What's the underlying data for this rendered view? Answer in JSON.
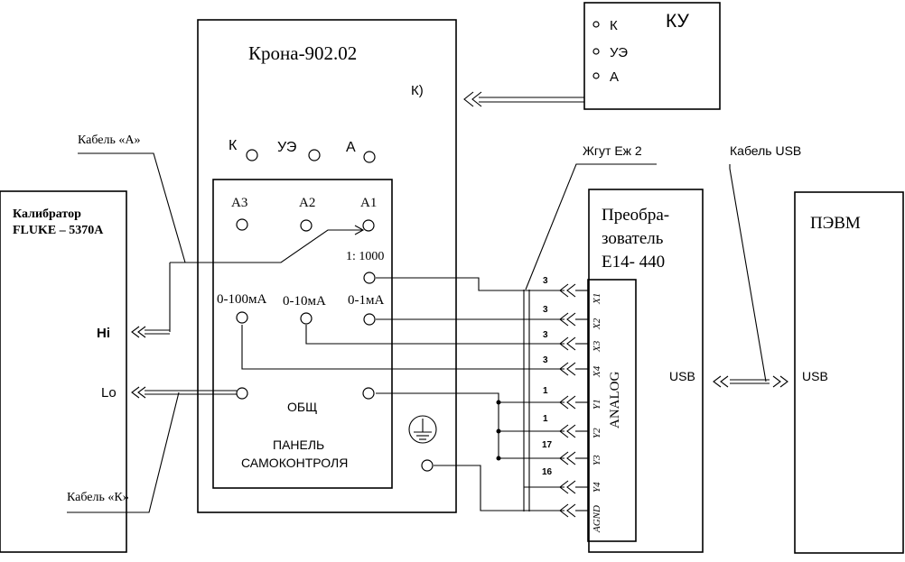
{
  "ku": {
    "title": "КУ",
    "terminals": [
      "К",
      "УЭ",
      "А"
    ]
  },
  "krona": {
    "title": "Крона-902.02",
    "ku_port": "К)",
    "terminals": [
      "К",
      "УЭ",
      "А"
    ]
  },
  "panel": {
    "outputs": [
      "А3",
      "А2",
      "А1"
    ],
    "ratio": "1: 1000",
    "ranges": [
      "0-100мА",
      "0-10мА",
      "0-1мА"
    ],
    "common": "ОБЩ",
    "title_line1": "ПАНЕЛЬ",
    "title_line2": "САМОКОНТРОЛЯ"
  },
  "calibrator": {
    "line1": "Калибратор",
    "line2": "FLUKE – 5370A",
    "hi": "Hi",
    "lo": "Lo"
  },
  "converter": {
    "line1": "Преобра-",
    "line2": "зователь",
    "line3": "Е14- 440",
    "usb": "USB"
  },
  "connector": {
    "label": "ANALOG",
    "pins": [
      "X1",
      "X2",
      "X3",
      "X4",
      "Y1",
      "Y2",
      "Y3",
      "Y4",
      "AGND"
    ]
  },
  "harness": {
    "label": "Жгут Еж 2",
    "wire_numbers": [
      "3",
      "3",
      "3",
      "3",
      "1",
      "1",
      "17",
      "16"
    ]
  },
  "pc": {
    "title": "ПЭВМ",
    "usb": "USB"
  },
  "cables": {
    "a": "Кабель «А»",
    "k": "Кабель «К»",
    "usb": "Кабель USB"
  }
}
